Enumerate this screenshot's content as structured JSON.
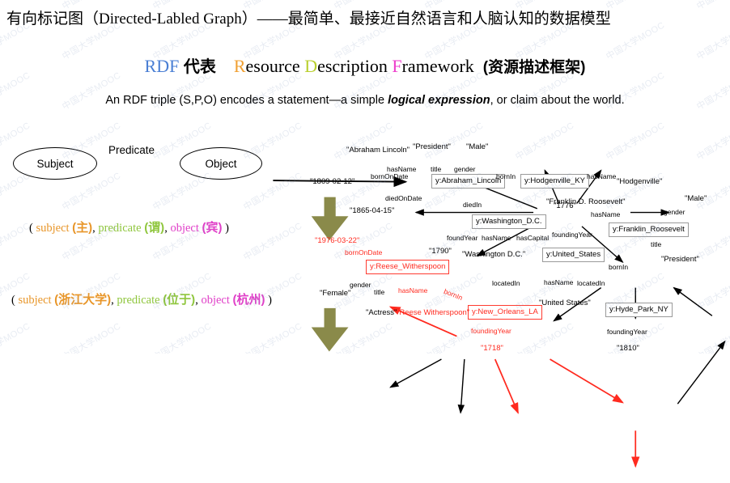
{
  "slide": {
    "title": "有向标记图（Directed-Labled Graph）——最简单、最接近自然语言和人脑认知的数据模型",
    "rdf_line": {
      "abbr": "RDF",
      "cn_daibiao": "代表",
      "r_cap": "R",
      "r_rest": "esource",
      "d_cap": "D",
      "d_rest": "escription",
      "f_cap": "F",
      "f_rest": "ramework",
      "cn_paren": "(资源描述框架)"
    },
    "english_sentence_part1": "An RDF triple  (S,P,O)  encodes a statement—a simple ",
    "english_sentence_emph": "logical expression",
    "english_sentence_part2": ", or claim about the world."
  },
  "left_diagram": {
    "subject_label": "Subject",
    "predicate_label": "Predicate",
    "object_label": "Object",
    "triple_generic": {
      "open": "(",
      "subject": "subject",
      "subject_cn": "(主)",
      "comma1": ",",
      "predicate": "predicate",
      "predicate_cn": "(谓)",
      "comma2": ",",
      "object": "object",
      "object_cn": "(宾)",
      "close": ")"
    },
    "triple_example": {
      "open": "(",
      "subject": "subject",
      "subject_cn": "(浙江大学)",
      "comma1": ",",
      "predicate": "predicate",
      "predicate_cn": "(位于)",
      "comma2": ",",
      "object": "object",
      "object_cn": "(杭州)",
      "close": ")"
    },
    "colors": {
      "subject": "#e8962a",
      "predicate": "#8fc63d",
      "object": "#e040c8",
      "arrow": "#8a8a4a"
    }
  },
  "rdf_graph": {
    "colors": {
      "node_border": "#9a9a9a",
      "red": "#ff2a1f",
      "text": "#000000"
    },
    "nodes": [
      {
        "id": "lincoln",
        "label": "y:Abraham_Lincoln",
        "red": false
      },
      {
        "id": "hodgenville",
        "label": "y:Hodgenville_KY",
        "red": false
      },
      {
        "id": "washington",
        "label": "y:Washington_D.C.",
        "red": false
      },
      {
        "id": "usa",
        "label": "y:United_States",
        "red": false
      },
      {
        "id": "roosevelt",
        "label": "y:Franklin_Roosevelt",
        "red": false
      },
      {
        "id": "hydepark",
        "label": "y:Hyde_Park_NY",
        "red": false
      },
      {
        "id": "reese",
        "label": "y:Reese_Witherspoon",
        "red": true
      },
      {
        "id": "neworleans",
        "label": "y:New_Orleans_LA",
        "red": true
      }
    ],
    "literals": [
      {
        "id": "lit_abe_name",
        "label": "\"Abraham Lincoln\"",
        "red": false
      },
      {
        "id": "lit_president",
        "label": "\"President\"",
        "red": false
      },
      {
        "id": "lit_male",
        "label": "\"Male\"",
        "red": false
      },
      {
        "id": "lit_born1809",
        "label": "\"1809-02-12\"",
        "red": false
      },
      {
        "id": "lit_died1865",
        "label": "\"1865-04-15\"",
        "red": false
      },
      {
        "id": "lit_hodgen",
        "label": "\"Hodgenville\"",
        "red": false
      },
      {
        "id": "lit_fdr_name",
        "label": "\"Franklin D. Roosevelt\"",
        "red": false
      },
      {
        "id": "lit_male2",
        "label": "\"Male\"",
        "red": false
      },
      {
        "id": "lit_president2",
        "label": "\"President\"",
        "red": false
      },
      {
        "id": "lit_1776",
        "label": "\"1776\"",
        "red": false
      },
      {
        "id": "lit_1790",
        "label": "\"1790\"",
        "red": false
      },
      {
        "id": "lit_wdc",
        "label": "\"Washington D.C.\"",
        "red": false
      },
      {
        "id": "lit_us",
        "label": "\"United States\"",
        "red": false
      },
      {
        "id": "lit_1810",
        "label": "\"1810\"",
        "red": false
      },
      {
        "id": "lit_reese_born",
        "label": "\"1976-03-22\"",
        "red": true
      },
      {
        "id": "lit_female",
        "label": "\"Female\"",
        "red": false
      },
      {
        "id": "lit_actress",
        "label": "\"Actress\"",
        "red": false
      },
      {
        "id": "lit_reese_name",
        "label": "\"Reese Witherspoon\"",
        "red": true
      },
      {
        "id": "lit_1718",
        "label": "\"1718\"",
        "red": true
      }
    ],
    "edges": [
      {
        "id": "e1",
        "label": "hasName",
        "red": false
      },
      {
        "id": "e2",
        "label": "title",
        "red": false
      },
      {
        "id": "e3",
        "label": "gender",
        "red": false
      },
      {
        "id": "e4",
        "label": "bornOnDate",
        "red": false
      },
      {
        "id": "e5",
        "label": "diedOnDate",
        "red": false
      },
      {
        "id": "e6",
        "label": "bornIn",
        "red": false
      },
      {
        "id": "e7",
        "label": "hasName",
        "red": false
      },
      {
        "id": "e8",
        "label": "diedIn",
        "red": false
      },
      {
        "id": "e9",
        "label": "foundYear",
        "red": false
      },
      {
        "id": "e10",
        "label": "hasName",
        "red": false
      },
      {
        "id": "e11",
        "label": "hasCapital",
        "red": false
      },
      {
        "id": "e12",
        "label": "foundingYear",
        "red": false
      },
      {
        "id": "e13",
        "label": "hasName",
        "red": false
      },
      {
        "id": "e14",
        "label": "gender",
        "red": false
      },
      {
        "id": "e15",
        "label": "title",
        "red": false
      },
      {
        "id": "e16",
        "label": "bornIn",
        "red": false
      },
      {
        "id": "e17",
        "label": "hasName",
        "red": false
      },
      {
        "id": "e18",
        "label": "locatedIn",
        "red": false
      },
      {
        "id": "e19",
        "label": "locatedIn",
        "red": false
      },
      {
        "id": "e20",
        "label": "foundingYear",
        "red": false
      },
      {
        "id": "e21",
        "label": "bornOnDate",
        "red": true
      },
      {
        "id": "e22",
        "label": "gender",
        "red": false
      },
      {
        "id": "e23",
        "label": "title",
        "red": false
      },
      {
        "id": "e24",
        "label": "hasName",
        "red": true
      },
      {
        "id": "e25",
        "label": "bornIn",
        "red": true
      },
      {
        "id": "e26",
        "label": "foundingYear",
        "red": true
      }
    ]
  },
  "watermark": {
    "text": "中国大学MOOC"
  }
}
